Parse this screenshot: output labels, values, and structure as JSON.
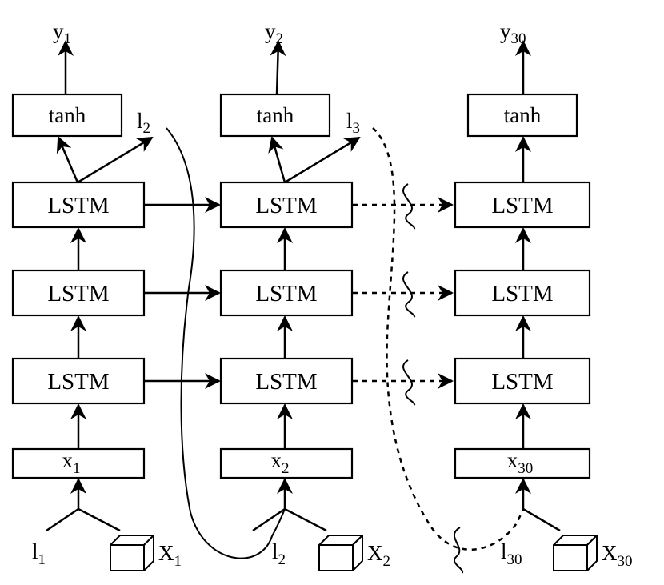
{
  "columns": [
    {
      "output_symbol": "y",
      "output_index": "1",
      "activation": "tanh",
      "lstm_layers": [
        "LSTM",
        "LSTM",
        "LSTM"
      ],
      "input_symbol": "x",
      "input_index": "1",
      "link_in_symbol": "l",
      "link_in_index": "1",
      "feature_symbol": "X",
      "feature_index": "1",
      "link_out_symbol": "l",
      "link_out_index": "2"
    },
    {
      "output_symbol": "y",
      "output_index": "2",
      "activation": "tanh",
      "lstm_layers": [
        "LSTM",
        "LSTM",
        "LSTM"
      ],
      "input_symbol": "x",
      "input_index": "2",
      "link_in_symbol": "l",
      "link_in_index": "2",
      "feature_symbol": "X",
      "feature_index": "2",
      "link_out_symbol": "l",
      "link_out_index": "3"
    },
    {
      "output_symbol": "y",
      "output_index": "30",
      "activation": "tanh",
      "lstm_layers": [
        "LSTM",
        "LSTM",
        "LSTM"
      ],
      "input_symbol": "x",
      "input_index": "30",
      "link_in_symbol": "l",
      "link_in_index": "30",
      "feature_symbol": "X",
      "feature_index": "30"
    }
  ]
}
